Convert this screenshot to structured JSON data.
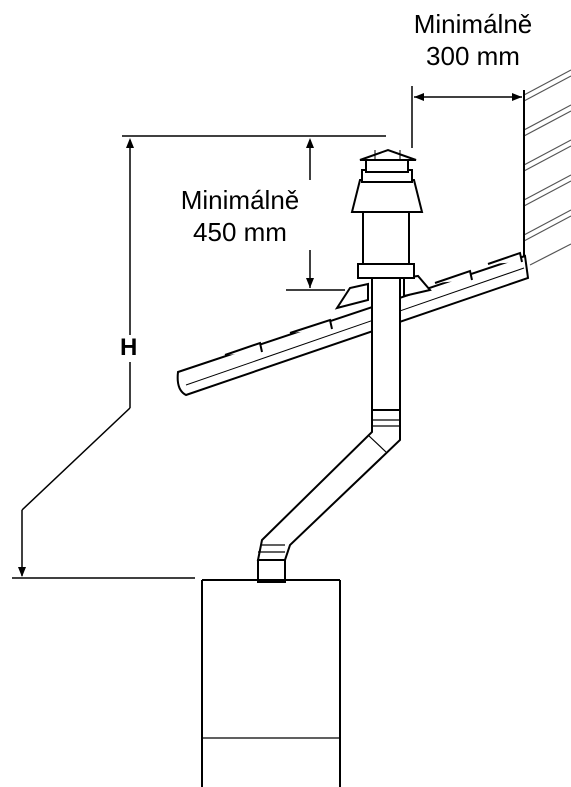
{
  "labels": {
    "top_min_word": "Minimálně",
    "top_min_value": "300 mm",
    "mid_min_word": "Minimálně",
    "mid_min_value": "450 mm",
    "height_symbol": "H"
  },
  "colors": {
    "line": "#000000",
    "background": "#ffffff",
    "roof_hatch": "#555555"
  }
}
